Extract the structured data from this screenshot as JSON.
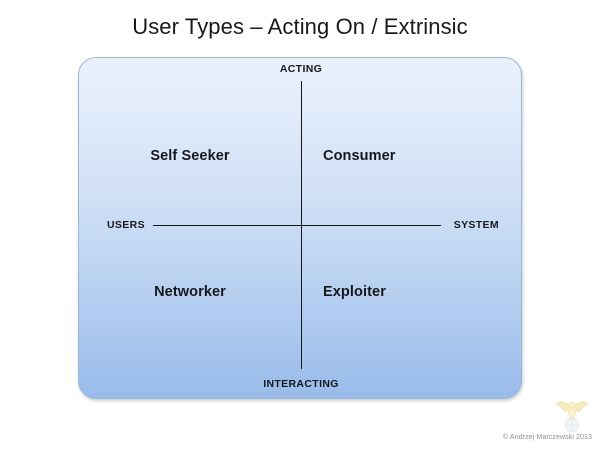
{
  "slide": {
    "title": "User Types – Acting On / Extrinsic"
  },
  "chart_data": {
    "type": "quadrant-matrix",
    "title": "User Types – Acting On / Extrinsic",
    "axes": {
      "vertical": {
        "top_label": "ACTING",
        "bottom_label": "INTERACTING"
      },
      "horizontal": {
        "left_label": "USERS",
        "right_label": "SYSTEM"
      }
    },
    "quadrants": [
      {
        "position": "top-left",
        "label": "Self Seeker",
        "x_axis": "USERS",
        "y_axis": "ACTING"
      },
      {
        "position": "top-right",
        "label": "Consumer",
        "x_axis": "SYSTEM",
        "y_axis": "ACTING"
      },
      {
        "position": "bottom-left",
        "label": "Networker",
        "x_axis": "USERS",
        "y_axis": "INTERACTING"
      },
      {
        "position": "bottom-right",
        "label": "Exploiter",
        "x_axis": "SYSTEM",
        "y_axis": "INTERACTING"
      }
    ],
    "grid": false,
    "legend": "none"
  },
  "footer": {
    "copyright": "© Andrzej Marczewski 2013",
    "logo_name": "winged-figure-logo"
  },
  "colors": {
    "panel_fill_top": "#eaf1fb",
    "panel_fill_bottom": "#9abcea",
    "panel_border": "#9bb7d4",
    "axis_line": "#15171a",
    "text": "#16181c",
    "page_background": "#ffffff",
    "copyright_text": "#8c8c8c"
  }
}
